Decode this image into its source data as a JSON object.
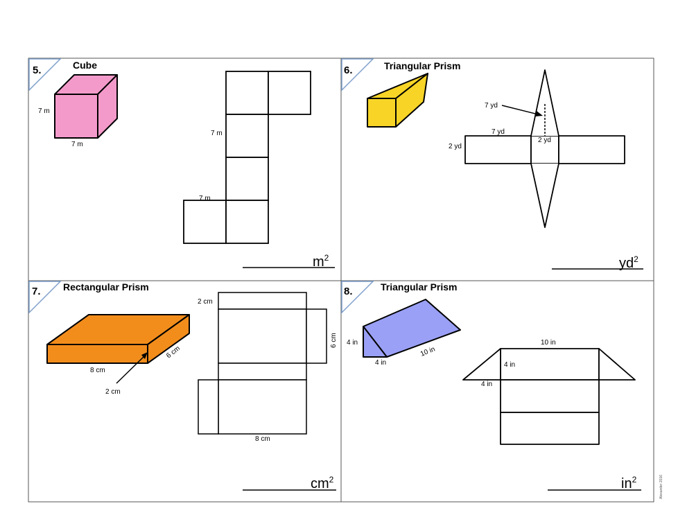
{
  "problems": [
    {
      "number": "5.",
      "title": "Cube",
      "unit": "m",
      "sup": "2",
      "labels": {
        "side_height": "7 m",
        "side_width": "7 m",
        "net_a": "7 m",
        "net_b": "7 m"
      }
    },
    {
      "number": "6.",
      "title": "Triangular Prism",
      "unit": "yd",
      "sup": "2",
      "labels": {
        "slant": "7 yd",
        "base": "7 yd",
        "height": "2 yd",
        "rect_h": "2 yd"
      }
    },
    {
      "number": "7.",
      "title": "Rectangular Prism",
      "unit": "cm",
      "sup": "2",
      "labels": {
        "length": "8 cm",
        "depth": "6 cm",
        "height": "2 cm",
        "net_top": "2 cm",
        "net_side": "6 cm",
        "net_bottom": "8 cm"
      }
    },
    {
      "number": "8.",
      "title": "Triangular Prism",
      "unit": "in",
      "sup": "2",
      "labels": {
        "leg_a": "4 in",
        "leg_b": "4 in",
        "hyp": "10 in",
        "net_top": "10 in",
        "net_tri_h": "4 in",
        "net_tri_b": "4 in"
      }
    }
  ],
  "credit": "Alexander 2016",
  "colors": {
    "cube": "#f49acb",
    "tri_prism_6": "#f7d426",
    "rect_prism": "#f28d1c",
    "tri_prism_8": "#9aa0f5",
    "tab_stroke": "#7fa0cc"
  }
}
